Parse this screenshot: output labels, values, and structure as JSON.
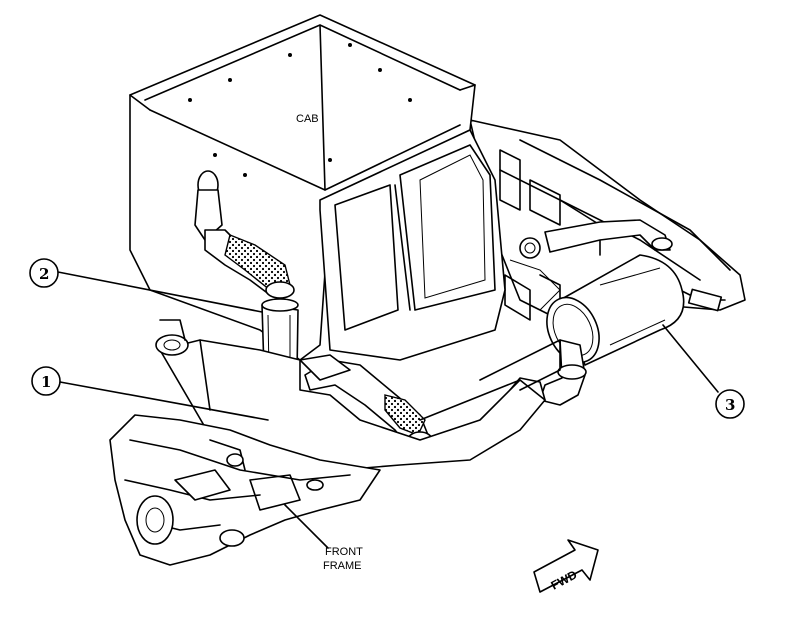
{
  "labels": {
    "cab": "CAB",
    "front_frame_line1": "FRONT",
    "front_frame_line2": "FRAME",
    "fwd": "FWD"
  },
  "callouts": [
    {
      "id": "1",
      "text": "1"
    },
    {
      "id": "2",
      "text": "2"
    },
    {
      "id": "3",
      "text": "3"
    }
  ]
}
